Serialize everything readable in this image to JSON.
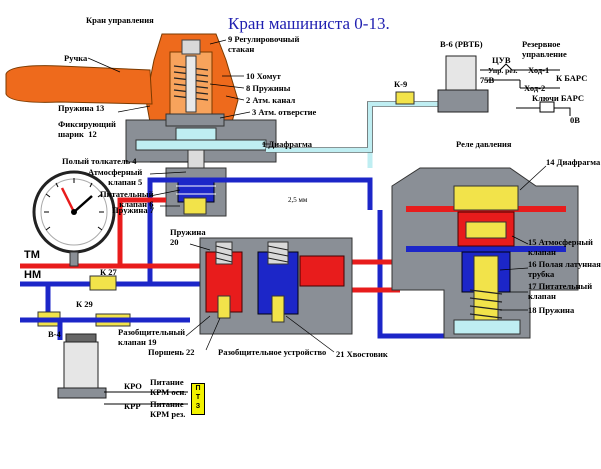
{
  "title": "Кран машиниста 0-13.",
  "top_left_label": "Кран управления",
  "labels": {
    "handle": "Ручка",
    "spring13": "Пружина 13",
    "fixing_ball": "Фиксирующий\nшарик  12",
    "reg_cup": "9 Регулировочный\nстакан",
    "clamp": "10 Хомут",
    "springs8": "8 Пружины",
    "atm_channel": "2 Атм. канал",
    "atm_hole": "3 Атм. отверстие",
    "diaphragm1": "1 Диафрагма",
    "hollow_pusher": "Полый толкатель 4",
    "atm_valve5": "Атмосферный\nклапан 5",
    "feed_valve6": "Питательный\nклапан 6",
    "spring7": "Пружина 7",
    "dim_25": "2,5 мм",
    "spring20": "Пружина\n20",
    "disconnect_valve19": "Разобщительный\nклапан 19",
    "piston22": "Поршень 22",
    "disconnect_device": "Разобщительное устройство",
    "shank21": "21 Хвостовик",
    "pressure_relay": "Реле давления",
    "diaphragm14": "14 Диафрагма",
    "atm_valve15": "15 Атмосферный\nклапан",
    "brass_tube16": "16 Полая латунная\nтрубка",
    "feed_valve17": "17 Питательный\nклапан",
    "spring18": "18 Пружина",
    "tm": "ТМ",
    "nm": "НМ",
    "k27": "К 27",
    "k29": "К 29",
    "b4": "В-4",
    "k9": "К-9",
    "b6": "В-6  (РВТБ)",
    "tsuv": "ЦУВ",
    "upr_rez": "Упр. рез.",
    "v75": "75В",
    "reserve_control": "Резервное\nуправление",
    "hod1": "Ход-1",
    "hod2": "Ход-2",
    "k_bars": "К БАРС",
    "key_bars": "Ключи БАРС",
    "zero_v": "0В",
    "kro": "КРО",
    "krr": "КРР",
    "power_osn": "Питание\nКРМ осн.",
    "power_rez": "Питание\nКРМ рез.",
    "ptz": "П\nТ\nЗ"
  },
  "colors": {
    "brake_line_red": "#e81c1c",
    "feed_line_blue": "#1c26c8",
    "atm_cyan": "#bfeef2",
    "body_gray": "#8a8f96",
    "handle_orange": "#ee6a1c",
    "title_blue": "#1f1fb0"
  }
}
